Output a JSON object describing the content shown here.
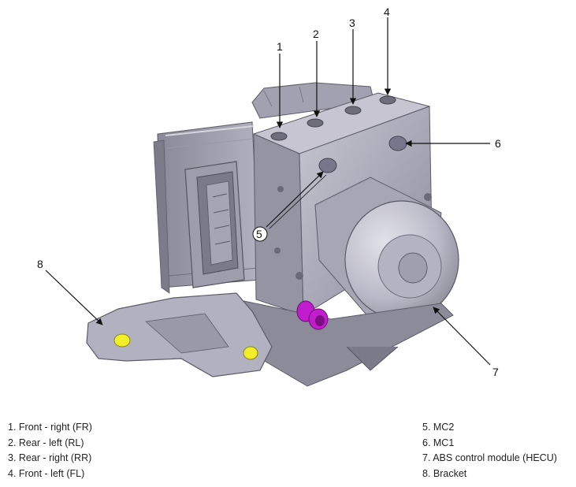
{
  "callouts": {
    "c1": "1",
    "c2": "2",
    "c3": "3",
    "c4": "4",
    "c5": "5",
    "c6": "6",
    "c7": "7",
    "c8": "8"
  },
  "legend": {
    "left": [
      "1. Front - right (FR)",
      "2. Rear - left (RL)",
      "3. Rear - right (RR)",
      "4. Front - left (FL)"
    ],
    "right": [
      "5. MC2",
      "6. MC1",
      "7. ABS control module (HECU)",
      "8. Bracket"
    ]
  },
  "colors": {
    "body": "#a9a8b6",
    "body_dark": "#7f7e8e",
    "body_light": "#cfcfda",
    "highlight_magenta": "#c21ccf",
    "highlight_yellow": "#f2ee2a"
  }
}
